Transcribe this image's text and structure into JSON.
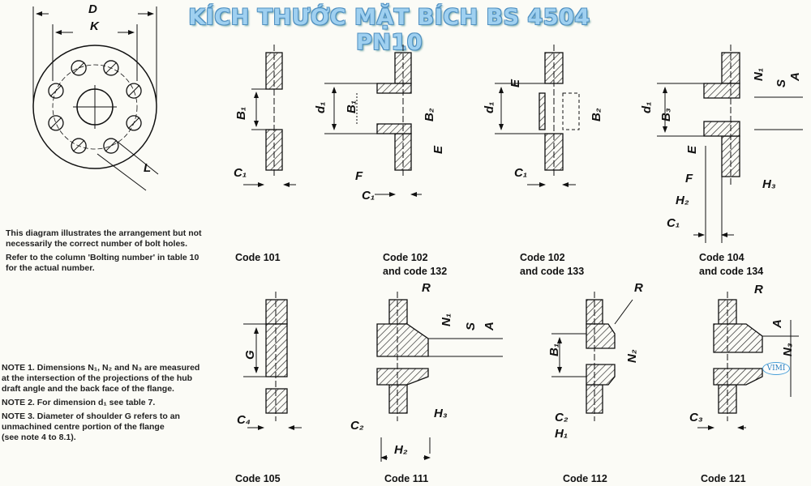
{
  "title": "KÍCH THƯỚC MẶT BÍCH BS 4504 PN10",
  "title_color": "#9fd0f0",
  "watermark": "VIMI",
  "bolt_diagram": {
    "labels": [
      "D",
      "K",
      "L"
    ]
  },
  "notes_top": [
    "This diagram illustrates the arrangement but not",
    "necessarily the correct number of bolt holes.",
    "Refer to the column 'Bolting number' in table 10",
    "for the actual number."
  ],
  "notes_bottom": [
    "NOTE 1. Dimensions N₁, N₂ and N₃ are measured",
    "at the intersection of the projections of the hub",
    "draft angle and the back face of the flange.",
    "NOTE 2. For dimension d₁ see table 7.",
    "NOTE 3. Diameter of shoulder G refers to an",
    "unmachined centre portion of the flange",
    "(see note 4 to 8.1)."
  ],
  "figures": [
    {
      "code": "Code 101",
      "code2": "",
      "labels": [
        "B₁",
        "C₁"
      ]
    },
    {
      "code": "Code 102",
      "code2": "and code 132",
      "labels": [
        "d₁",
        "B₁",
        "B₂",
        "E",
        "F",
        "C₁"
      ]
    },
    {
      "code": "Code 102",
      "code2": "and code 133",
      "labels": [
        "d₁",
        "E",
        "B₂",
        "C₁"
      ]
    },
    {
      "code": "Code 104",
      "code2": "and code 134",
      "labels": [
        "d₁",
        "B₃",
        "N₁",
        "S",
        "A",
        "E",
        "F",
        "H₂",
        "H₃",
        "C₁"
      ]
    },
    {
      "code": "Code 105",
      "code2": "",
      "labels": [
        "G",
        "C₄"
      ]
    },
    {
      "code": "Code 111",
      "code2": "",
      "labels": [
        "R",
        "N₁",
        "S",
        "A",
        "C₂",
        "H₃",
        "H₂"
      ]
    },
    {
      "code": "Code 112",
      "code2": "",
      "labels": [
        "R",
        "B₁",
        "N₂",
        "C₂",
        "H₁"
      ]
    },
    {
      "code": "Code 121",
      "code2": "",
      "labels": [
        "R",
        "A",
        "N₃",
        "C₃"
      ]
    }
  ]
}
